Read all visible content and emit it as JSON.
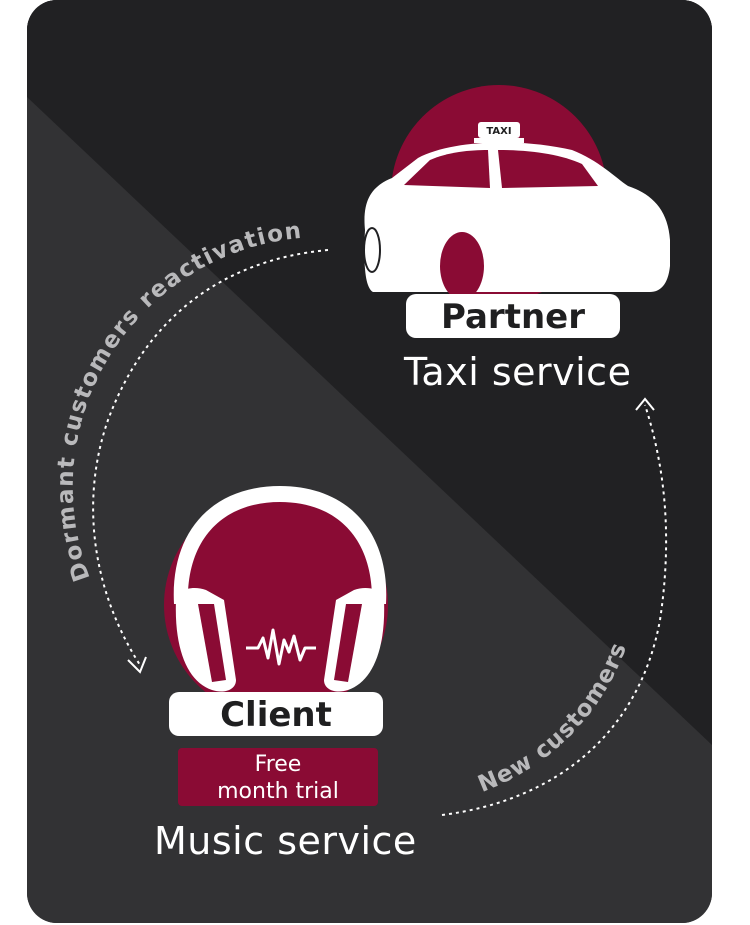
{
  "colors": {
    "card_dark": "#212123",
    "card_mid": "#323234",
    "accent": "#8a0b34",
    "white": "#ffffff",
    "arrow_label": "#b9b9bb"
  },
  "partner": {
    "pill_label": "Partner",
    "service": "Taxi service",
    "taxi_sign": "TAXI",
    "icon": "taxi-car-icon"
  },
  "client": {
    "pill_label": "Client",
    "offer_line1": "Free",
    "offer_line2": "month trial",
    "service": "Music service",
    "icon": "headphones-icon"
  },
  "flows": {
    "top_left": "Dormant customers reactivation",
    "bottom_right": "New customers"
  }
}
